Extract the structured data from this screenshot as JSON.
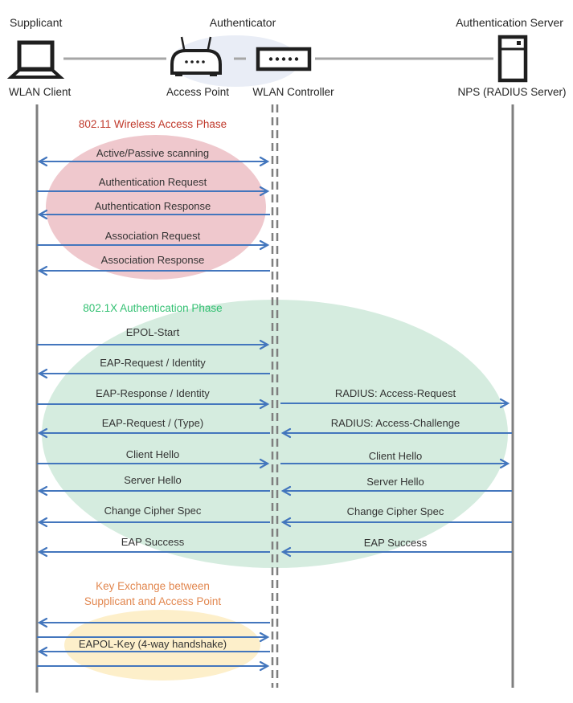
{
  "colors": {
    "arrow": "#4376bd",
    "lifeline": "#7f7f7f",
    "connector": "#a6a6a6",
    "icon": "#1f1f1f",
    "label": "#333333",
    "header-label": "#262626",
    "header-ellipse": "#e9edf6",
    "phase1-title": "#c0392b",
    "phase1-fill": "#efc8cd",
    "phase2-title": "#34c173",
    "phase2-fill": "#d5ecdf",
    "phase3-title": "#e2874f",
    "phase3-fill": "#fdefca"
  },
  "header": {
    "roles": {
      "supplicant": "Supplicant",
      "authenticator": "Authenticator",
      "auth_server": "Authentication Server"
    },
    "devices": {
      "client": "WLAN Client",
      "access_point": "Access Point",
      "controller": "WLAN Controller",
      "nps": "NPS (RADIUS Server)"
    }
  },
  "phases": {
    "wireless_access": {
      "title": "802.11 Wireless Access Phase"
    },
    "authentication": {
      "title": "802.1X Authentication Phase"
    },
    "key_exchange": {
      "title_line1": "Key Exchange between",
      "title_line2": "Supplicant and Access Point"
    }
  },
  "messages": {
    "client_ap": [
      {
        "label": "Active/Passive scanning",
        "direction": "both"
      },
      {
        "label": "Authentication Request",
        "direction": "right"
      },
      {
        "label": "Authentication Response",
        "direction": "left"
      },
      {
        "label": "Association Request",
        "direction": "right"
      },
      {
        "label": "Association Response",
        "direction": "left"
      },
      {
        "label": "EPOL-Start",
        "direction": "right"
      },
      {
        "label": "EAP-Request / Identity",
        "direction": "left"
      },
      {
        "label": "EAP-Response / Identity",
        "direction": "right"
      },
      {
        "label": "EAP-Request / (Type)",
        "direction": "left"
      },
      {
        "label": "Client Hello",
        "direction": "right"
      },
      {
        "label": "Server Hello",
        "direction": "left"
      },
      {
        "label": "Change Cipher Spec",
        "direction": "left"
      },
      {
        "label": "EAP Success",
        "direction": "left"
      }
    ],
    "ap_server": [
      {
        "label": "RADIUS: Access-Request",
        "direction": "right"
      },
      {
        "label": "RADIUS: Access-Challenge",
        "direction": "left"
      },
      {
        "label": "Client Hello",
        "direction": "right"
      },
      {
        "label": "Server Hello",
        "direction": "left"
      },
      {
        "label": "Change Cipher Spec",
        "direction": "left"
      },
      {
        "label": "EAP Success",
        "direction": "left"
      }
    ],
    "key_exchange": {
      "label": "EAPOL-Key (4-way handshake)",
      "arrows": [
        "left",
        "right",
        "left",
        "right"
      ]
    }
  }
}
